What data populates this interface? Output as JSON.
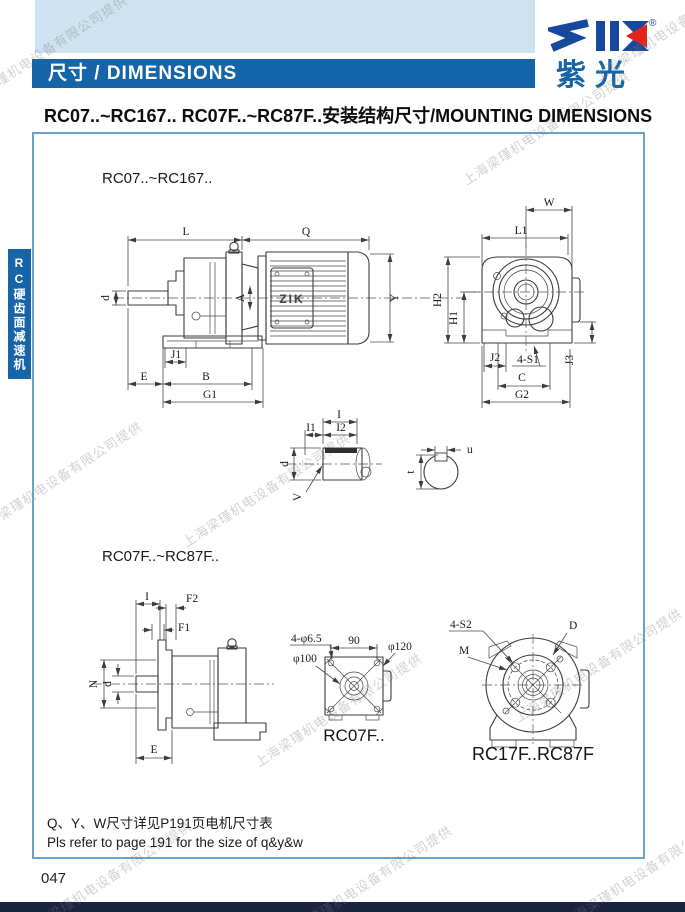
{
  "watermark": "上海梁瑾机电设备有限公司提供",
  "header": {
    "bar_title": "尺寸 / DIMENSIONS",
    "logo_text": "ZIK",
    "logo_reg": "®",
    "logo_cn": "紫光"
  },
  "side_tab": {
    "label": "RC硬齿面减速机"
  },
  "section_title": "RC07..~RC167.. RC07F..~RC87F..安装结构尺寸/MOUNTING DIMENSIONS",
  "figure1": {
    "label": "RC07..~RC167..",
    "motor_plate": "ZIK",
    "dims": {
      "L": "L",
      "Q": "Q",
      "d": "d",
      "A": "A",
      "Y": "Y",
      "J1": "J1",
      "E": "E",
      "B": "B",
      "G1": "G1",
      "W": "W",
      "L1": "L1",
      "H2": "H2",
      "H1": "H1",
      "J2": "J2",
      "S1": "4-S1",
      "J3": "J3",
      "C": "C",
      "G2": "G2"
    }
  },
  "shaft_detail": {
    "dims": {
      "I": "I",
      "I1": "I1",
      "I2": "I2",
      "d": "d",
      "V": "V",
      "u": "u",
      "t": "t"
    }
  },
  "figure2": {
    "label": "RC07F..~RC87F..",
    "dims": {
      "I": "I",
      "F2": "F2",
      "F1": "F1",
      "N": "N",
      "d": "d",
      "E": "E",
      "holes": "4-φ6.5",
      "w90": "90",
      "d100": "φ100",
      "d120": "φ120",
      "S2": "4-S2",
      "D": "D",
      "M": "M"
    },
    "caption_flange": "RC07F..",
    "caption_front": "RC17F..RC87F"
  },
  "notes": {
    "line1_zh": "Q、Y、W尺寸详见P191页电机尺寸表",
    "line2_en": "Pls refer to page 191 for the size of q&y&w"
  },
  "footer": {
    "page_number": "047"
  }
}
